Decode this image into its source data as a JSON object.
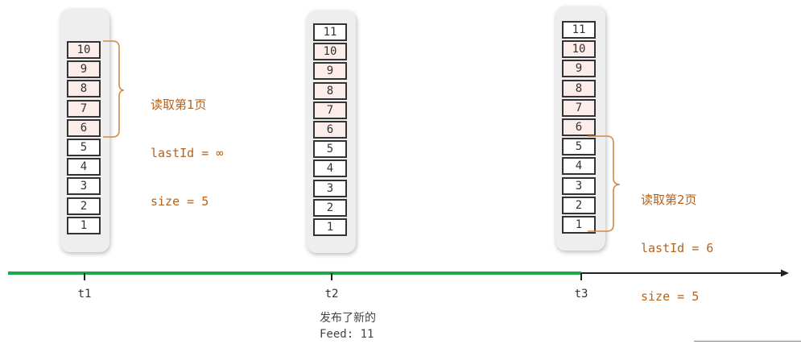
{
  "columns": [
    {
      "id": "t1",
      "cells": [
        {
          "text": "10",
          "highlight": true
        },
        {
          "text": "9",
          "highlight": true
        },
        {
          "text": "8",
          "highlight": true
        },
        {
          "text": "7",
          "highlight": true
        },
        {
          "text": "6",
          "highlight": true
        },
        {
          "text": "5",
          "highlight": false
        },
        {
          "text": "4",
          "highlight": false
        },
        {
          "text": "3",
          "highlight": false
        },
        {
          "text": "2",
          "highlight": false
        },
        {
          "text": "1",
          "highlight": false
        }
      ]
    },
    {
      "id": "t2",
      "cells": [
        {
          "text": "11",
          "highlight": false
        },
        {
          "text": "10",
          "highlight": true
        },
        {
          "text": "9",
          "highlight": true
        },
        {
          "text": "8",
          "highlight": true
        },
        {
          "text": "7",
          "highlight": true
        },
        {
          "text": "6",
          "highlight": true
        },
        {
          "text": "5",
          "highlight": false
        },
        {
          "text": "4",
          "highlight": false
        },
        {
          "text": "3",
          "highlight": false
        },
        {
          "text": "2",
          "highlight": false
        },
        {
          "text": "1",
          "highlight": false
        }
      ]
    },
    {
      "id": "t3",
      "cells": [
        {
          "text": "11",
          "highlight": false
        },
        {
          "text": "10",
          "highlight": true
        },
        {
          "text": "9",
          "highlight": true
        },
        {
          "text": "8",
          "highlight": true
        },
        {
          "text": "7",
          "highlight": true
        },
        {
          "text": "6",
          "highlight": true
        },
        {
          "text": "5",
          "highlight": false
        },
        {
          "text": "4",
          "highlight": false
        },
        {
          "text": "3",
          "highlight": false
        },
        {
          "text": "2",
          "highlight": false
        },
        {
          "text": "1",
          "highlight": false
        }
      ]
    }
  ],
  "annotations": {
    "page1": {
      "title": "读取第1页",
      "last_id": "lastId = ∞",
      "size": "size = 5"
    },
    "page2": {
      "title": "读取第2页",
      "last_id": "lastId = 6",
      "size": "size = 5"
    }
  },
  "timeline": {
    "labels": [
      "t1",
      "t2",
      "t3"
    ],
    "event_title": "发布了新的",
    "event_detail": "Feed: 11"
  },
  "colors": {
    "accent": "#b3631f",
    "timeline_progress": "#1aa84b",
    "timeline_rest": "#222222",
    "highlight_cell": "#fcecea"
  }
}
